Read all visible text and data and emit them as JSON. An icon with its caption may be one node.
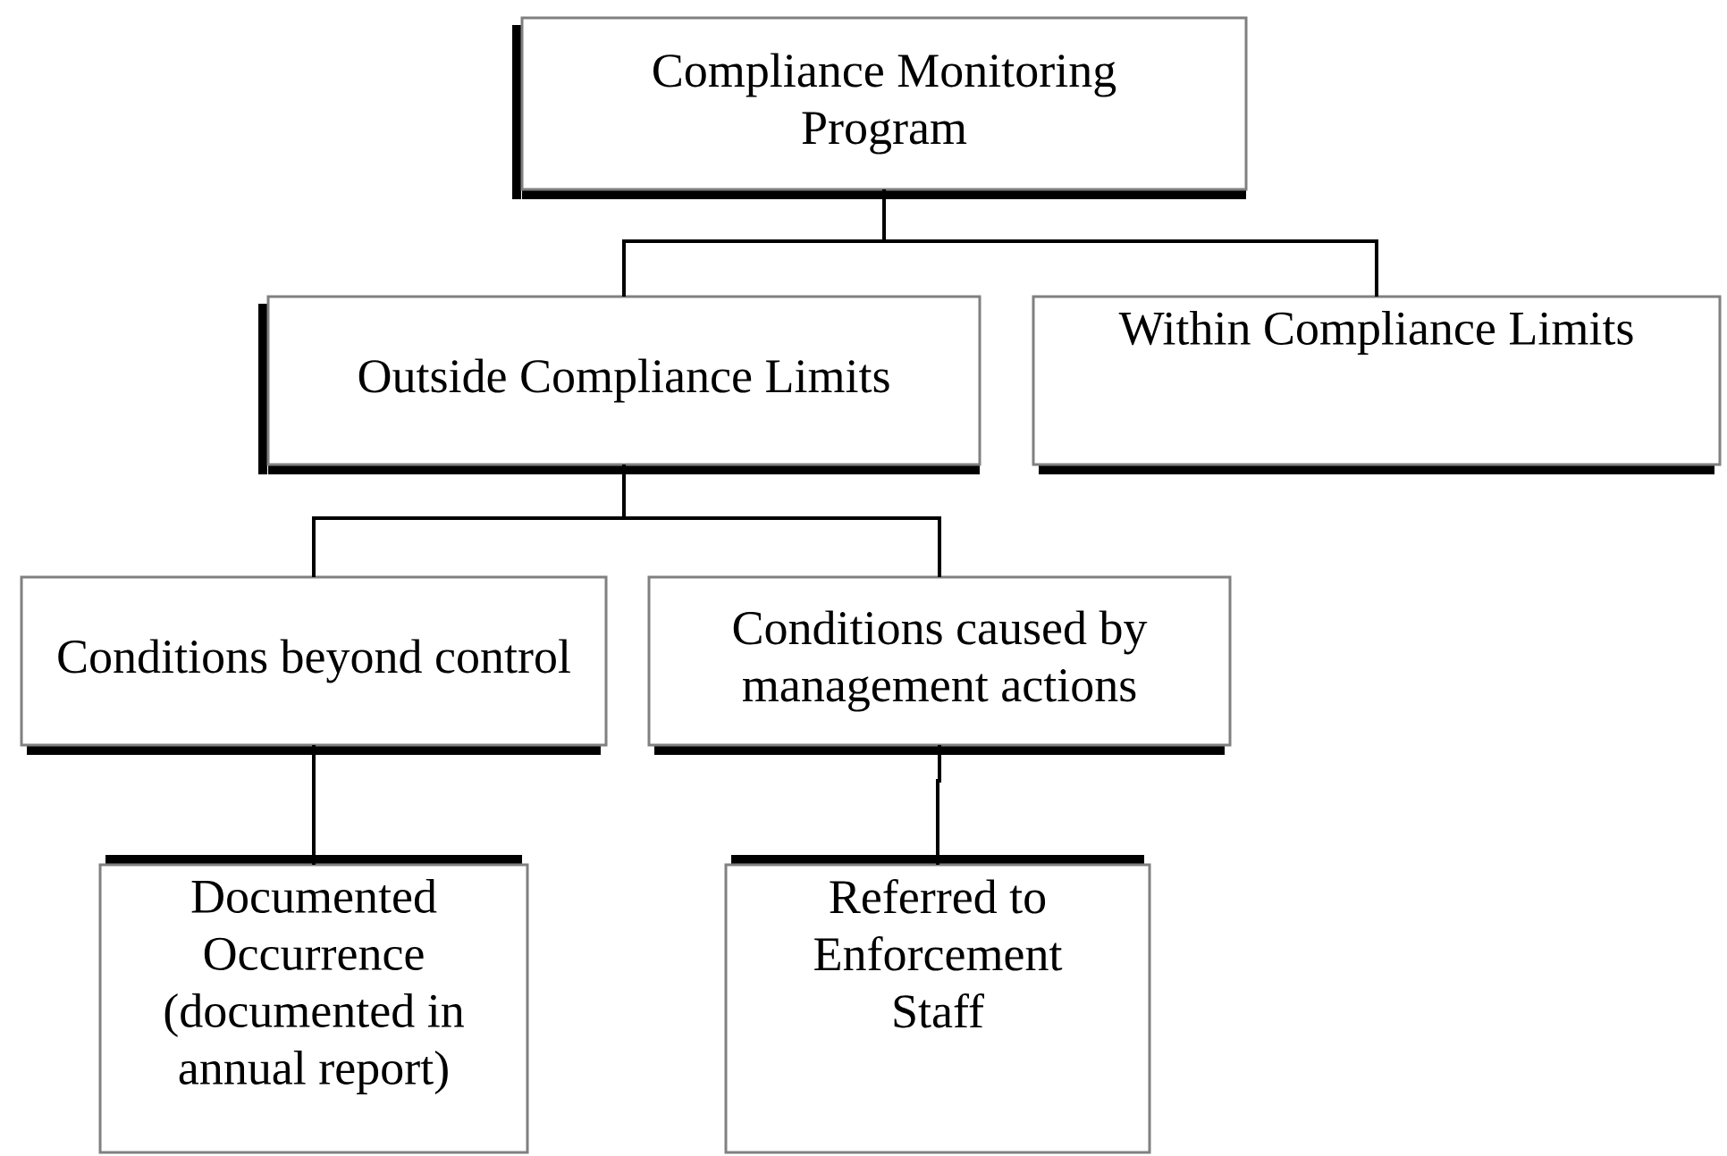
{
  "diagram": {
    "nodes": [
      {
        "text": [
          "Compliance Monitoring Program"
        ]
      },
      {
        "text": [
          "Outside Compliance Limits"
        ]
      },
      {
        "text": [
          "Within Compliance Limits"
        ]
      },
      {
        "text": [
          "Conditions beyond control"
        ]
      },
      {
        "text": [
          "Conditions caused by management actions"
        ]
      },
      {
        "text": [
          "Documented Occurrence (documented in annual report)"
        ]
      },
      {
        "text": [
          "Referred to Enforcement Staff"
        ]
      }
    ],
    "edges": [
      {
        "from": 0,
        "to": 1,
        "arrow": "none"
      },
      {
        "from": 0,
        "to": 2,
        "arrow": "none"
      },
      {
        "from": 1,
        "to": 3,
        "arrow": "none"
      },
      {
        "from": 1,
        "to": 4,
        "arrow": "none"
      },
      {
        "from": 3,
        "to": 5,
        "arrow": "none"
      },
      {
        "from": 4,
        "to": 6,
        "arrow": "none"
      }
    ]
  }
}
